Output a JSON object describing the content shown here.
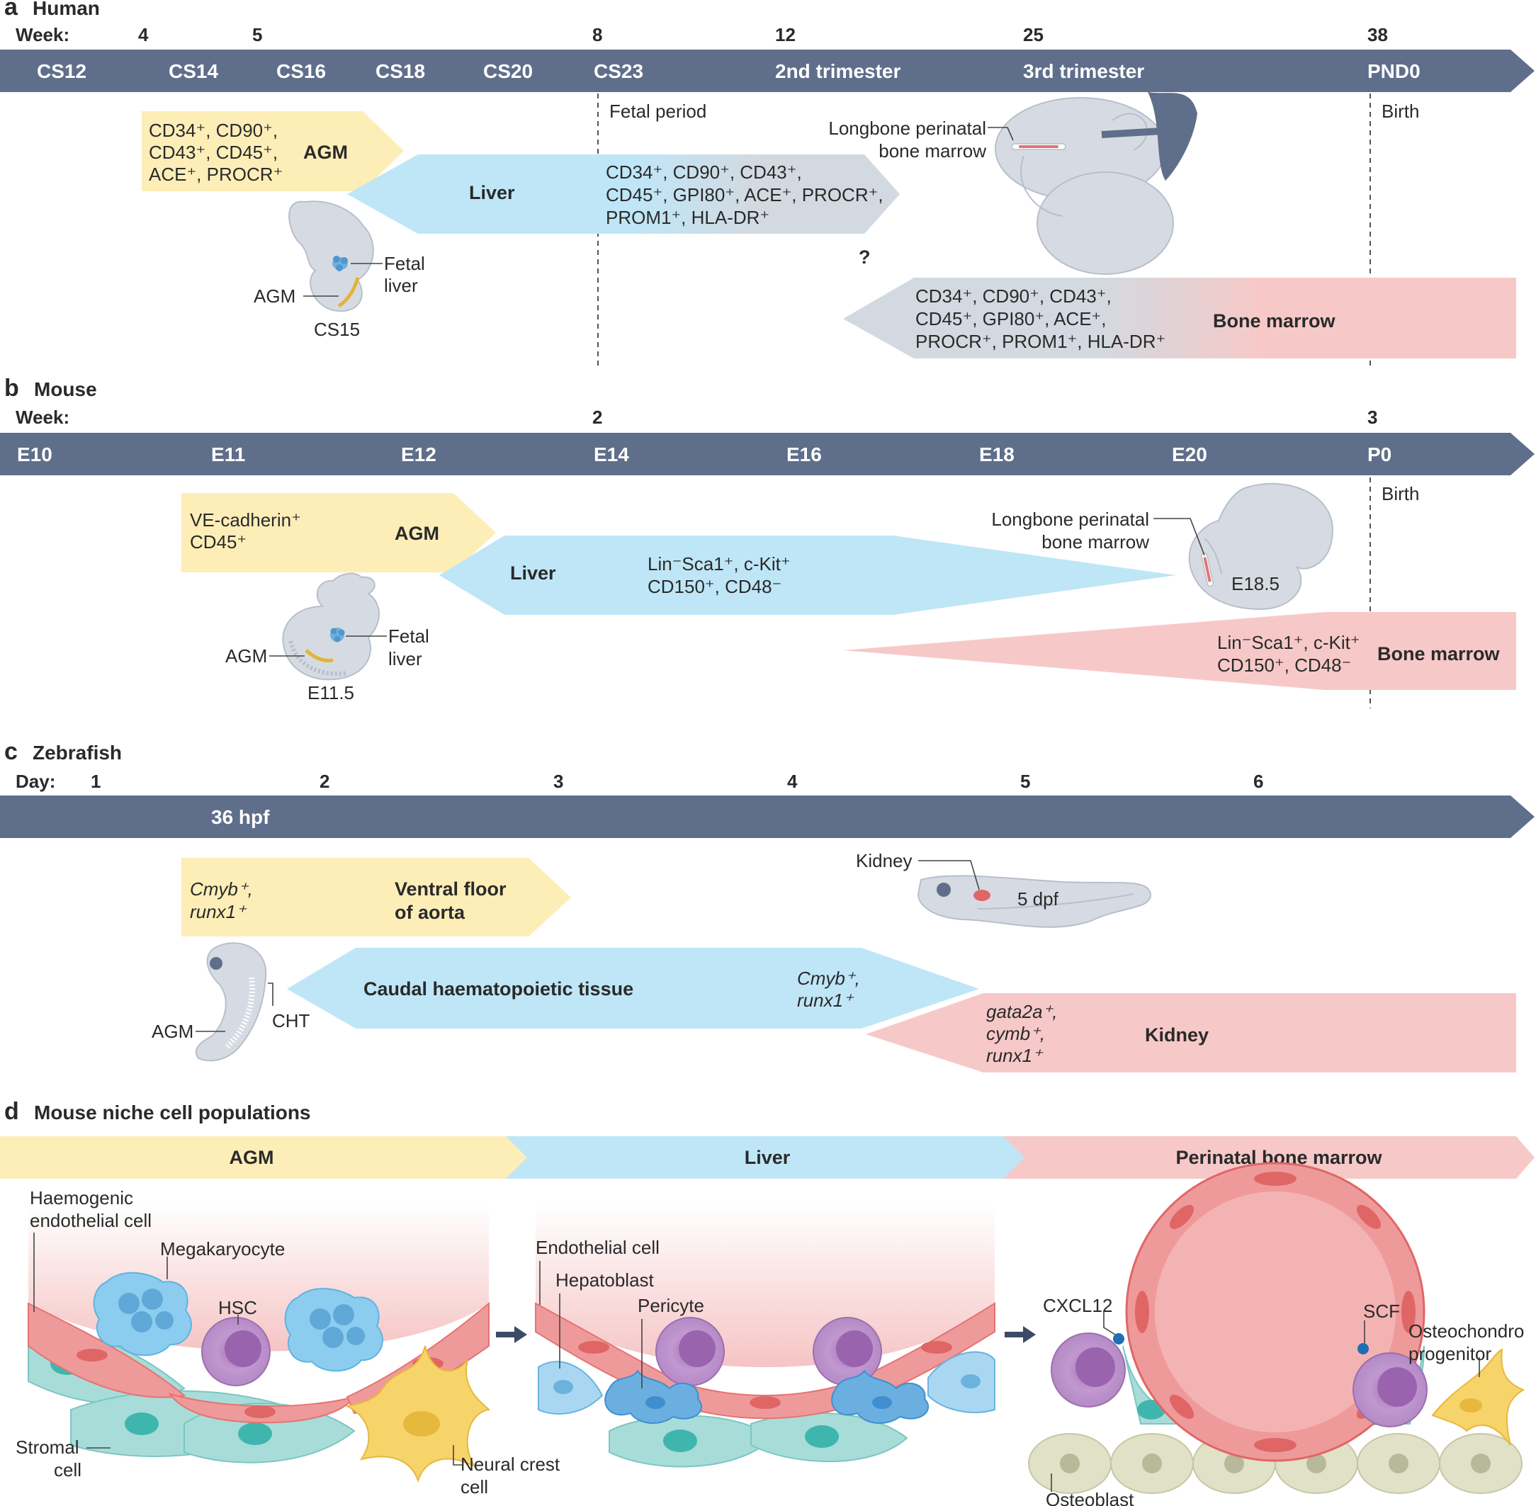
{
  "colors": {
    "timeline": "#5f6e8a",
    "agm": "#fdeeb8",
    "liver": "#bfe6f7",
    "grey": "#d3d9e0",
    "bone_marrow": "#f6c9c8",
    "endothelial": "#ef9a9a",
    "stromal": "#a8dcd9",
    "hsc": "#b98bc7",
    "megakaryocyte": "#8ccdef",
    "neural_crest": "#f6d46a",
    "osteoblast": "#e1e1c8"
  },
  "panel_a": {
    "letter": "a",
    "title": "Human",
    "scale_label": "Week:",
    "weeks": [
      "4",
      "5",
      "8",
      "12",
      "25",
      "38"
    ],
    "stages": [
      "CS12",
      "CS14",
      "CS16",
      "CS18",
      "CS20",
      "CS23",
      "2nd trimester",
      "3rd trimester",
      "PND0"
    ],
    "fetal_period": "Fetal period",
    "birth": "Birth",
    "agm_markers": [
      "CD34⁺, CD90⁺,",
      "CD43⁺, CD45⁺,",
      "ACE⁺, PROCR⁺"
    ],
    "agm_label": "AGM",
    "liver_label": "Liver",
    "liver_markers": [
      "CD34⁺, CD90⁺, CD43⁺,",
      "CD45⁺, GPI80⁺, ACE⁺, PROCR⁺,",
      "PROM1⁺, HLA-DR⁺"
    ],
    "question": "?",
    "bm_markers": [
      "CD34⁺, CD90⁺, CD43⁺,",
      "CD45⁺, GPI80⁺, ACE⁺,",
      "PROCR⁺, PROM1⁺, HLA-DR⁺"
    ],
    "bm_label": "Bone marrow",
    "embryo": {
      "fetal_liver": [
        "Fetal",
        "liver"
      ],
      "agm": "AGM",
      "stage": "CS15"
    },
    "fetus": {
      "longbone": [
        "Longbone perinatal",
        "bone marrow"
      ]
    }
  },
  "panel_b": {
    "letter": "b",
    "title": "Mouse",
    "scale_label": "Week:",
    "weeks": [
      "2",
      "3"
    ],
    "stages": [
      "E10",
      "E11",
      "E12",
      "E14",
      "E16",
      "E18",
      "E20",
      "P0"
    ],
    "birth": "Birth",
    "agm_markers": [
      "VE-cadherin⁺",
      "CD45⁺"
    ],
    "agm_label": "AGM",
    "liver_label": "Liver",
    "liver_markers": [
      "Lin⁻Sca1⁺, c-Kit⁺",
      "CD150⁺, CD48⁻"
    ],
    "bm_markers": [
      "Lin⁻Sca1⁺, c-Kit⁺",
      "CD150⁺, CD48⁻"
    ],
    "bm_label": "Bone marrow",
    "embryo": {
      "fetal_liver": [
        "Fetal",
        "liver"
      ],
      "agm": "AGM",
      "stage": "E11.5"
    },
    "fetus": {
      "longbone": [
        "Longbone perinatal",
        "bone marrow"
      ],
      "stage": "E18.5"
    }
  },
  "panel_c": {
    "letter": "c",
    "title": "Zebrafish",
    "scale_label": "Day:",
    "days": [
      "1",
      "2",
      "3",
      "4",
      "5",
      "6"
    ],
    "stage": "36 hpf",
    "aorta_markers": [
      "Cmyb⁺,",
      "runx1⁺"
    ],
    "aorta_label": [
      "Ventral floor",
      "of aorta"
    ],
    "cht_label": "Caudal haematopoietic tissue",
    "cht_markers": [
      "Cmyb⁺,",
      "runx1⁺"
    ],
    "kidney_markers": [
      "gata2a⁺,",
      "cymb⁺,",
      "runx1⁺"
    ],
    "kidney_label": "Kidney",
    "embryo": {
      "agm": "AGM",
      "cht": "CHT"
    },
    "larva": {
      "kidney": "Kidney",
      "stage": "5 dpf"
    }
  },
  "panel_d": {
    "letter": "d",
    "title": "Mouse niche cell populations",
    "bands": [
      "AGM",
      "Liver",
      "Perinatal bone marrow"
    ],
    "agm_labels": {
      "haemogenic": [
        "Haemogenic",
        "endothelial cell"
      ],
      "megakaryocyte": "Megakaryocyte",
      "hsc": "HSC",
      "stromal": [
        "Stromal",
        "cell"
      ],
      "neural_crest": [
        "Neural crest",
        "cell"
      ]
    },
    "liver_labels": {
      "endothelial": "Endothelial cell",
      "hepatoblast": "Hepatoblast",
      "pericyte": "Pericyte"
    },
    "bm_labels": {
      "cxcl12": "CXCL12",
      "scf": "SCF",
      "osteochondro": [
        "Osteochondro",
        "progenitor"
      ],
      "osteoblast": "Osteoblast"
    }
  }
}
